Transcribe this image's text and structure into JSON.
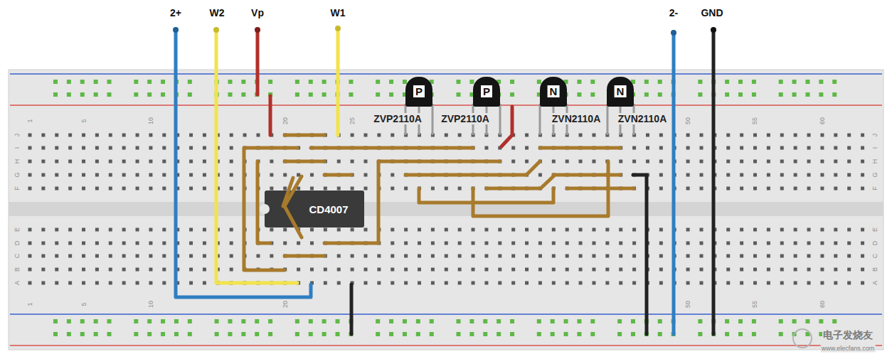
{
  "diagram": {
    "nodes": [
      {
        "text": [
          "CD4007"
        ]
      },
      {
        "text": [
          "P",
          "ZVP2110A"
        ]
      },
      {
        "text": [
          "P",
          "ZVP2110A"
        ]
      },
      {
        "text": [
          "N",
          "ZVN2110A"
        ]
      },
      {
        "text": [
          "N",
          "ZVN2110A"
        ]
      }
    ],
    "labels": [
      "2+",
      "W2",
      "Vp",
      "W1",
      "2-",
      "GND",
      "1",
      "5",
      "10",
      "20",
      "25",
      "50",
      "55",
      "60",
      "1",
      "5",
      "10",
      "20",
      "50",
      "55",
      "60",
      "J",
      "I",
      "H",
      "G",
      "F",
      "E",
      "D",
      "C",
      "B",
      "A",
      "J",
      "I",
      "H",
      "G",
      "F",
      "E",
      "D",
      "C",
      "B",
      "A",
      "电子发烧友",
      "www.elecfans.com"
    ]
  }
}
